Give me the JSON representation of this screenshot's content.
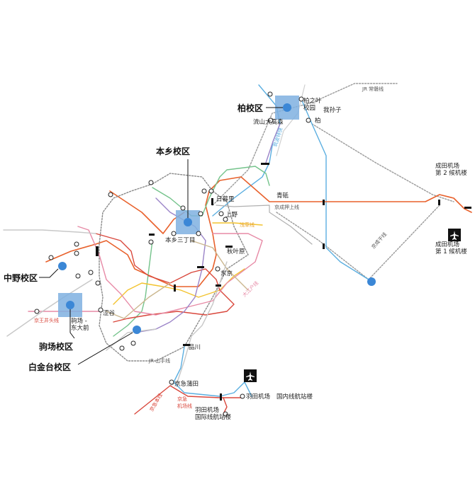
{
  "campuses": {
    "kashiwa": "柏校区",
    "hongo": "本乡校区",
    "nakano": "中野校区",
    "komaba": "驹场校区",
    "shirokanedai": "白金台校区"
  },
  "stations": {
    "kashiwanoha": "柏之叶\n校园",
    "abiko": "我孙子",
    "kashiwa": "柏",
    "nagareyama": "流山大高森",
    "nippori": "日暮里",
    "ueno": "上野",
    "aoto": "青砥",
    "hongo3": "本乡三丁目",
    "akihabara": "秋叶原",
    "tokyo": "东京",
    "shibuya": "涩谷",
    "komaba_todaimae": "驹场 -\n东大前",
    "shinagawa": "品川",
    "keikyu_kamata": "京急蒲田",
    "haneda_domestic_station": "羽田机场",
    "haneda_domestic_terminal": "国内线航站楼",
    "haneda_intl": "羽田机场\n国际线航站楼",
    "narita_t2": "成田机场\n第 2 候机楼",
    "narita_t1": "成田机场\n第 1 候机楼"
  },
  "lines": {
    "jr_joban": "JR 常磐线",
    "tsukuba_express": "筑波特快",
    "keisei_oshiage": "京成押上线",
    "keisei_main": "京成干线",
    "asakusa": "浅草线",
    "oedo": "大江户线",
    "keio_inokashira": "京王井头线",
    "jr_yamanote": "JR 山手线",
    "keikyu_main": "京急本线",
    "keikyu_airport": "京急\n机场线"
  },
  "icons": {
    "airport_haneda": "airplane-icon",
    "airport_narita": "airplane-icon"
  },
  "colors": {
    "campus_fill": "#7fb0e0",
    "campus_dot": "#3b87d6",
    "line_orange": "#e8612c",
    "line_gray_dotted": "#9a9a9a",
    "line_yamanote_dashed": "#8a8a8a",
    "line_green": "#74c38b",
    "line_yellow": "#f3c32f",
    "line_red": "#d9473c",
    "line_pink": "#e78aa6",
    "line_blue": "#5aaee0",
    "line_purple": "#9b84c8",
    "line_tan": "#cbb78f",
    "line_lightgray": "#c8c8c8"
  }
}
